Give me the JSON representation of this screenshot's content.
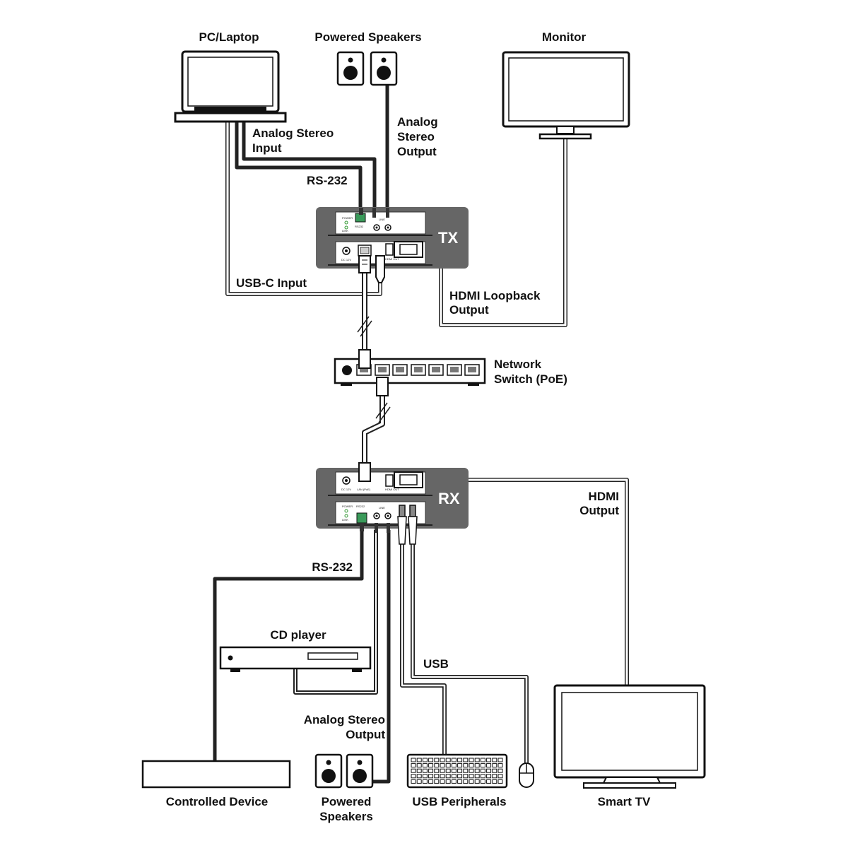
{
  "labels": {
    "pc_laptop": "PC/Laptop",
    "powered_speakers_top": "Powered Speakers",
    "monitor": "Monitor",
    "analog_stereo_input": [
      "Analog Stereo",
      "Input"
    ],
    "analog_stereo_output_top": [
      "Analog",
      "Stereo",
      "Output"
    ],
    "rs232_top": "RS-232",
    "usbc_input": "USB-C Input",
    "hdmi_loopback_output": [
      "HDMI Loopback",
      "Output"
    ],
    "network_switch": [
      "Network",
      "Switch (PoE)"
    ],
    "hdmi_output": [
      "HDMI",
      "Output"
    ],
    "rs232_bottom": "RS-232",
    "cd_player": "CD player",
    "usb": "USB",
    "analog_stereo_output_bottom": [
      "Analog Stereo",
      "Output"
    ],
    "controlled_device": "Controlled Device",
    "powered_speakers_bottom": [
      "Powered",
      "Speakers"
    ],
    "usb_peripherals": "USB Peripherals",
    "smart_tv": "Smart TV"
  },
  "units": {
    "tx": "TX",
    "rx": "RX"
  },
  "panel_text": {
    "power": "POWER",
    "link": "LINK",
    "rs232": "RS232",
    "dc12v": "DC 12V",
    "hdmi_out": "HDMI OUT",
    "lan_poe": "LAN (PoE)",
    "line": "LINE"
  },
  "colors": {
    "unit_body": "#666666",
    "cable_dark": "#222222",
    "cable_light": "#ffffff",
    "terminal_green": "#3a9a5a"
  }
}
